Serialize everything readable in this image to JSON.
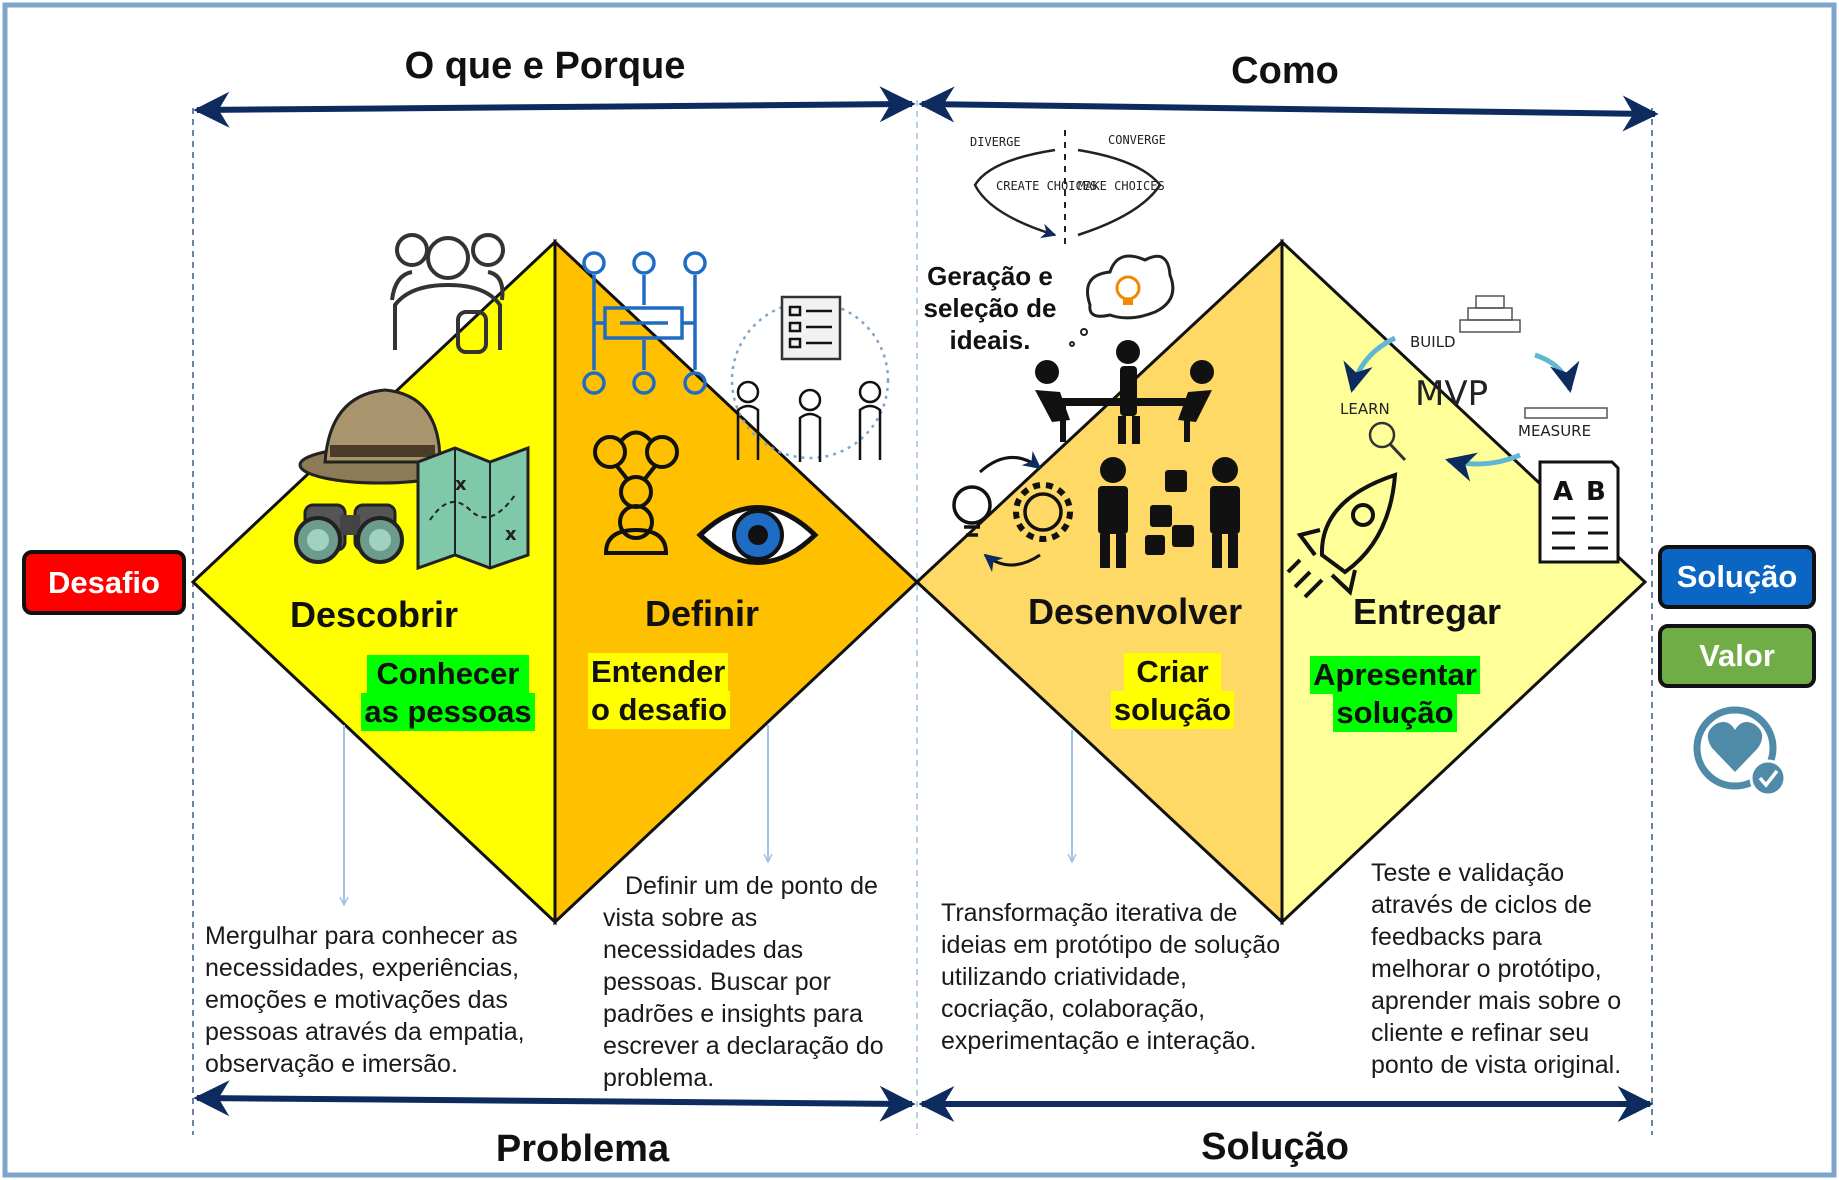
{
  "headers": {
    "top_left": "O que e Porque",
    "top_right": "Como",
    "bottom_left": "Problema",
    "bottom_right": "Solução"
  },
  "side": {
    "start": "Desafio",
    "end_primary": "Solução",
    "end_secondary": "Valor"
  },
  "phases": [
    {
      "title": "Descobrir",
      "tag_lines": [
        "Conhecer",
        "as pessoas"
      ],
      "description": "Mergulhar para conhecer as necessidades, experiências, emoções e motivações das pessoas através da empatia, observação e imersão."
    },
    {
      "title": "Definir",
      "tag_lines": [
        "Entender",
        "o desafio"
      ],
      "description": "Definir um de ponto de vista sobre as necessidades das pessoas. Buscar por padrões e insights para escrever a declaração do problema."
    },
    {
      "title": "Desenvolver",
      "tag_lines": [
        "Criar",
        "solução"
      ],
      "description": "Transformação iterativa de ideias em protótipo de solução utilizando criatividade, cocriação, colaboração, experimentação e interação."
    },
    {
      "title": "Entregar",
      "tag_lines": [
        "Apresentar",
        "solução"
      ],
      "description": "Teste e validação através de ciclos de feedbacks para melhorar o protótipo, aprender mais sobre o cliente e refinar seu ponto de vista original."
    }
  ],
  "ideation_note": "Geração e seleção de ideais.",
  "sketch_labels": {
    "diverge": "DIVERGE",
    "converge": "CONVERGE",
    "create_choices": "CREATE CHOICES",
    "make_choices": "MAKE CHOICES",
    "build": "BUILD",
    "mvp": "MVP",
    "learn": "LEARN",
    "measure": "MEASURE",
    "ab_a": "A",
    "ab_b": "B"
  },
  "colors": {
    "frame": "#7ea6cc",
    "arrow": "#0d2b5e",
    "descobrir": "#ffff00",
    "definir": "#ffc000",
    "desenvolver": "#ffd966",
    "entregar": "#ffff99",
    "desafio": "#ff0000",
    "solucao": "#0a66c2",
    "valor": "#70ad47",
    "highlight_green": "#00ff00",
    "highlight_yellow": "#ffff00"
  }
}
